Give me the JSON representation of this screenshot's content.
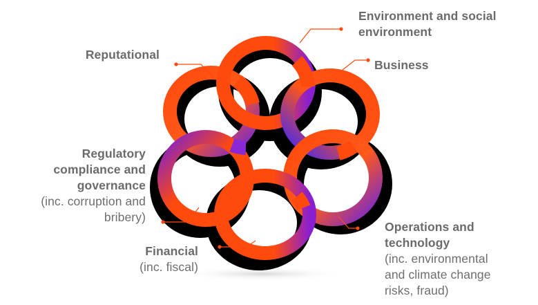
{
  "labels": {
    "environment": {
      "title_line1": "Environment and social",
      "title_line2": "environment"
    },
    "business": {
      "title": "Business"
    },
    "reputational": {
      "title": "Reputational"
    },
    "regulatory": {
      "title_line1": "Regulatory",
      "title_line2": "compliance and",
      "title_line3": "governance",
      "sub_line1": "(inc. corruption and",
      "sub_line2": "bribery)"
    },
    "financial": {
      "title": "Financial",
      "sub": "(inc. fiscal)"
    },
    "operations": {
      "title_line1": "Operations and",
      "title_line2": "technology",
      "sub_line1": "(inc. environmental",
      "sub_line2": "and climate change",
      "sub_line3": "risks, fraud)"
    }
  },
  "colors": {
    "ring_orange": "#ff4a0d",
    "ring_purple": "#7a1fd6",
    "ring_blue": "#2a2aff",
    "shadow": "#000000",
    "leader": "#ff4a0d",
    "text": "#6b6b6b"
  }
}
